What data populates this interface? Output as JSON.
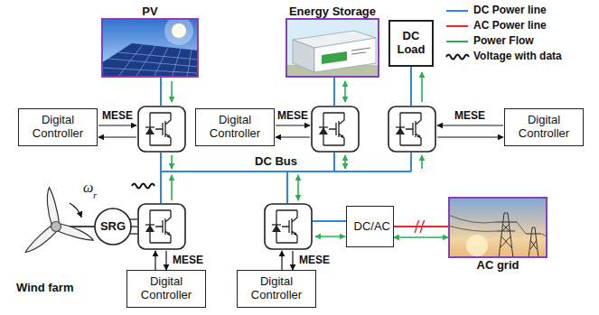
{
  "diagram": {
    "nodes": [
      {
        "text": [
          "PV"
        ]
      },
      {
        "text": [
          "Energy Storage"
        ]
      },
      {
        "text": [
          "DC Load"
        ]
      },
      {
        "text": [
          "Digital Controller"
        ]
      },
      {
        "text": [
          "Digital Controller"
        ]
      },
      {
        "text": [
          "Digital Controller"
        ]
      },
      {
        "text": [
          "SRG"
        ]
      },
      {
        "text": [
          "DC/AC"
        ]
      },
      {
        "text": [
          "AC grid"
        ]
      },
      {
        "text": [
          "Digital Controller"
        ]
      },
      {
        "text": [
          "Digital Controller"
        ]
      }
    ],
    "edges": [
      {
        "from": 7,
        "to": 8,
        "arrow": "none"
      },
      {
        "from": 7,
        "to": 8,
        "arrow": "both"
      }
    ],
    "labels": [
      "MESE",
      "MESE",
      "MESE",
      "DC Bus",
      "ω",
      "r",
      "MESE",
      "MESE",
      "Wind farm"
    ],
    "legend": [
      {
        "text": "DC Power line"
      },
      {
        "text": "AC Power line"
      },
      {
        "text": "Power Flow"
      },
      {
        "text": "Voltage with data"
      }
    ]
  }
}
